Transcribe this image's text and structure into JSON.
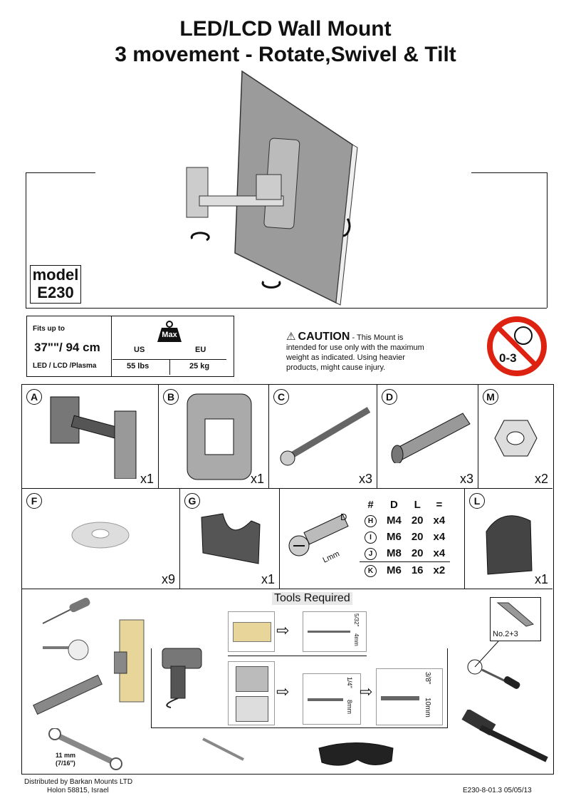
{
  "title": {
    "line1": "LED/LCD Wall Mount",
    "line2": "3 movement - Rotate,Swivel & Tilt"
  },
  "model": {
    "label": "model",
    "number": "E230"
  },
  "fits": {
    "heading": "Fits up to",
    "size": "37\"\"/ 94 cm",
    "types": "LED / LCD /Plasma",
    "weight_badge": "Max",
    "us_label": "US",
    "eu_label": "EU",
    "us_value": "55 lbs",
    "eu_value": "25 kg"
  },
  "caution": {
    "title": "CAUTION",
    "text1": "- This Mount is",
    "text2": "intended for use only with the maximum",
    "text3": "weight as indicated. Using heavier",
    "text4": "products, might cause injury."
  },
  "age_warning": "0-3",
  "parts_row1": [
    {
      "letter": "A",
      "qty": "x1"
    },
    {
      "letter": "B",
      "qty": "x1"
    },
    {
      "letter": "C",
      "qty": "x3"
    },
    {
      "letter": "D",
      "qty": "x3"
    },
    {
      "letter": "M",
      "qty": "x2"
    }
  ],
  "parts_row2": [
    {
      "letter": "F",
      "qty": "x9"
    },
    {
      "letter": "G",
      "qty": "x1"
    },
    {
      "letter": "L",
      "qty": "x1"
    }
  ],
  "screw": {
    "dim_d": "D",
    "dim_l": "Lmm",
    "headers": [
      "#",
      "D",
      "L",
      "="
    ],
    "rows": [
      {
        "id": "H",
        "d": "M4",
        "l": "20",
        "q": "x4"
      },
      {
        "id": "I",
        "d": "M6",
        "l": "20",
        "q": "x4"
      },
      {
        "id": "J",
        "d": "M8",
        "l": "20",
        "q": "x4"
      },
      {
        "id": "K",
        "d": "M6",
        "l": "16",
        "q": "x2"
      }
    ]
  },
  "tools": {
    "heading": "Tools Required",
    "drill_wood1": "5/32\"",
    "drill_wood2": "4mm",
    "drill_conc1": "1/4\"",
    "drill_conc2": "8mm",
    "drill_conc3": "3/8\"",
    "drill_conc4": "10mm",
    "screwdriver": "No.2+3",
    "wrench1": "11 mm",
    "wrench2": "(7/16\")"
  },
  "footer": {
    "dist1": "Distributed by Barkan Mounts LTD",
    "dist2": "Holon 58815, Israel",
    "code": "E230-8-01.3  05/05/13"
  }
}
